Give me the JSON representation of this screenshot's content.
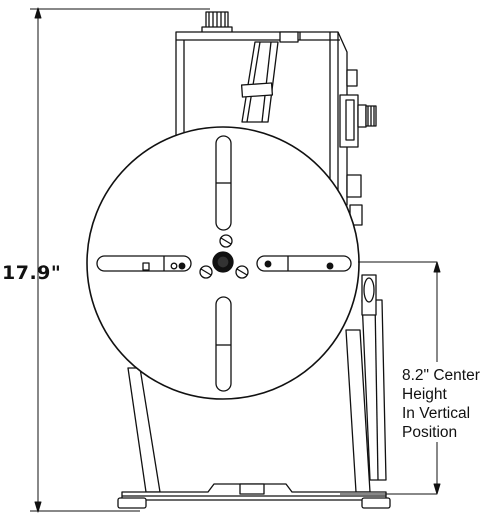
{
  "dimensions": {
    "overall_height": "17.9\"",
    "center_height_lines": [
      "8.2\" Center",
      "Height",
      "In Vertical",
      "Position"
    ]
  },
  "colors": {
    "stroke": "#111111",
    "fill": "#ffffff"
  }
}
